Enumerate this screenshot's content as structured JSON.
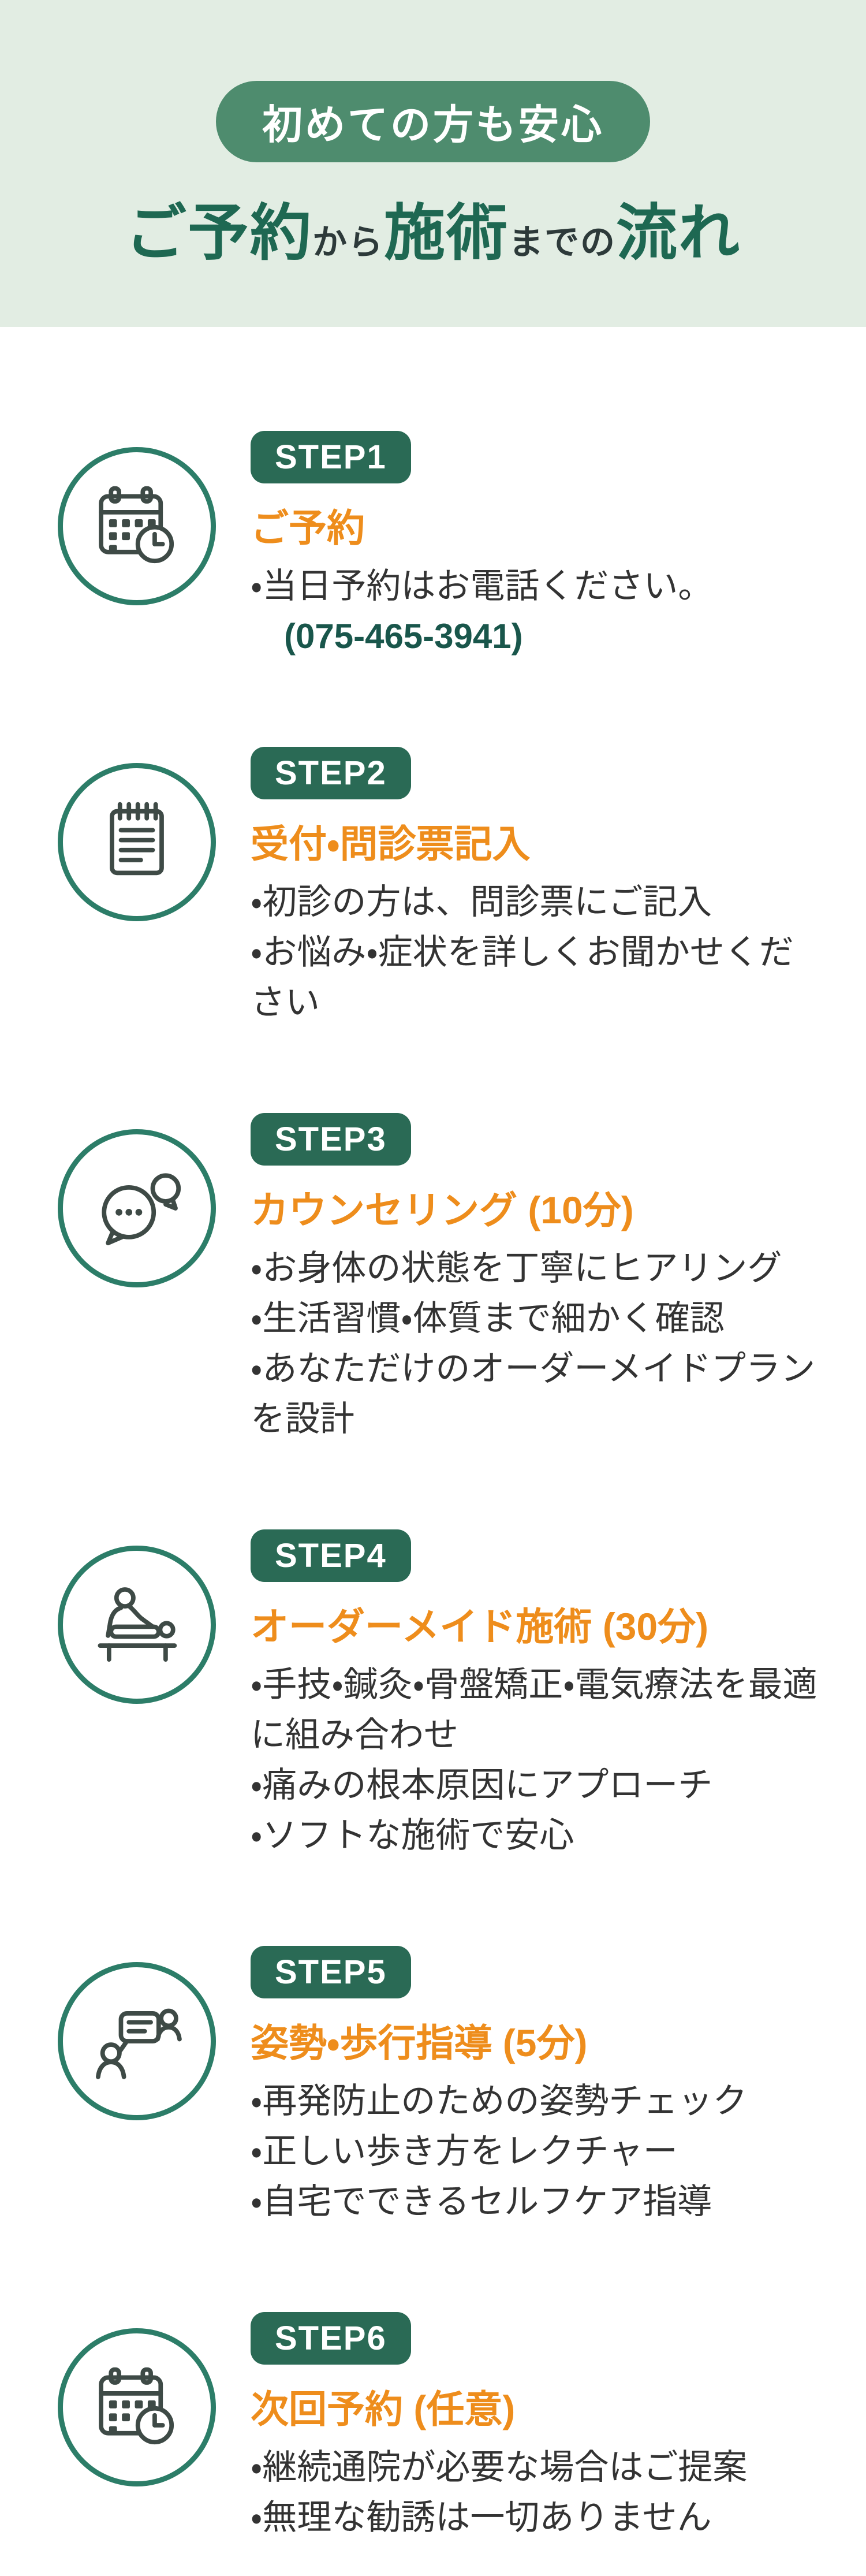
{
  "header": {
    "badge": "初めての方も安心",
    "title_parts": [
      {
        "text": "ご予約",
        "style": "large"
      },
      {
        "text": "から",
        "style": "small"
      },
      {
        "text": "施術",
        "style": "large"
      },
      {
        "text": "までの",
        "style": "small"
      },
      {
        "text": "流れ",
        "style": "large"
      }
    ]
  },
  "steps": [
    {
      "badge": "STEP1",
      "title": "ご予約",
      "icon": "calendar-clock-icon",
      "bullets": [
        "・当日予約はお電話ください。"
      ],
      "phone": "(075-465-3941)"
    },
    {
      "badge": "STEP2",
      "title": "受付・問診票記入",
      "icon": "clipboard-icon",
      "bullets": [
        "・初診の方は、問診票にご記入",
        "・お悩み・症状を詳しくお聞かせください"
      ]
    },
    {
      "badge": "STEP3",
      "title": "カウンセリング (10分)",
      "icon": "chat-bubbles-icon",
      "bullets": [
        "・お身体の状態を丁寧にヒアリング",
        "・生活習慣・体質まで細かく確認",
        "・あなただけのオーダーメイドプランを設計"
      ]
    },
    {
      "badge": "STEP4",
      "title": "オーダーメイド施術 (30分)",
      "icon": "massage-icon",
      "bullets": [
        "・手技・鍼灸・骨盤矯正・電気療法を最適に組み合わせ",
        "・痛みの根本原因にアプローチ",
        "・ソフトな施術で安心"
      ]
    },
    {
      "badge": "STEP5",
      "title": "姿勢・歩行指導 (5分)",
      "icon": "people-talking-icon",
      "bullets": [
        "・再発防止のための姿勢チェック",
        "・正しい歩き方をレクチャー",
        "・自宅でできるセルフケア指導"
      ]
    },
    {
      "badge": "STEP6",
      "title": "次回予約 (任意)",
      "icon": "calendar-clock-icon",
      "bullets": [
        "・継続通院が必要な場合はご提案",
        "・無理な勧誘は一切ありません"
      ]
    }
  ],
  "colors": {
    "header_bg": "#e2ede3",
    "header_badge_green": "#4e8c6e",
    "step_badge_green": "#2a6a55",
    "title_green": "#1e6852",
    "title_dark": "#2d3a3a",
    "heading_orange": "#ee8d1c",
    "body_text": "#333333",
    "phone_text": "#19564b",
    "circle_border": "#2c7d68",
    "icon_stroke": "#3e4a46"
  }
}
